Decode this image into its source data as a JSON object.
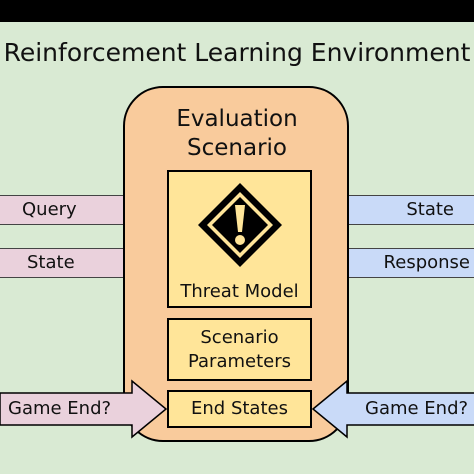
{
  "environment": {
    "title": "Reinforcement Learning Environment"
  },
  "scenario": {
    "title_line1": "Evaluation",
    "title_line2": "Scenario"
  },
  "left_arrows": {
    "query": "Query",
    "state": "State",
    "game_end": "Game End?"
  },
  "right_arrows": {
    "state": "State",
    "response": "Response",
    "game_end": "Game End?"
  },
  "threat_model": {
    "label": "Threat Model",
    "icon": "warning-icon"
  },
  "scenario_parameters": {
    "line1": "Scenario",
    "line2": "Parameters"
  },
  "end_states": {
    "label": "End States"
  },
  "colors": {
    "environment_bg": "#d9ead3",
    "scenario_bg": "#f9cb9c",
    "box_bg": "#ffe599",
    "left_arrow_bg": "#ead1dc",
    "right_arrow_bg": "#c9daf8"
  }
}
